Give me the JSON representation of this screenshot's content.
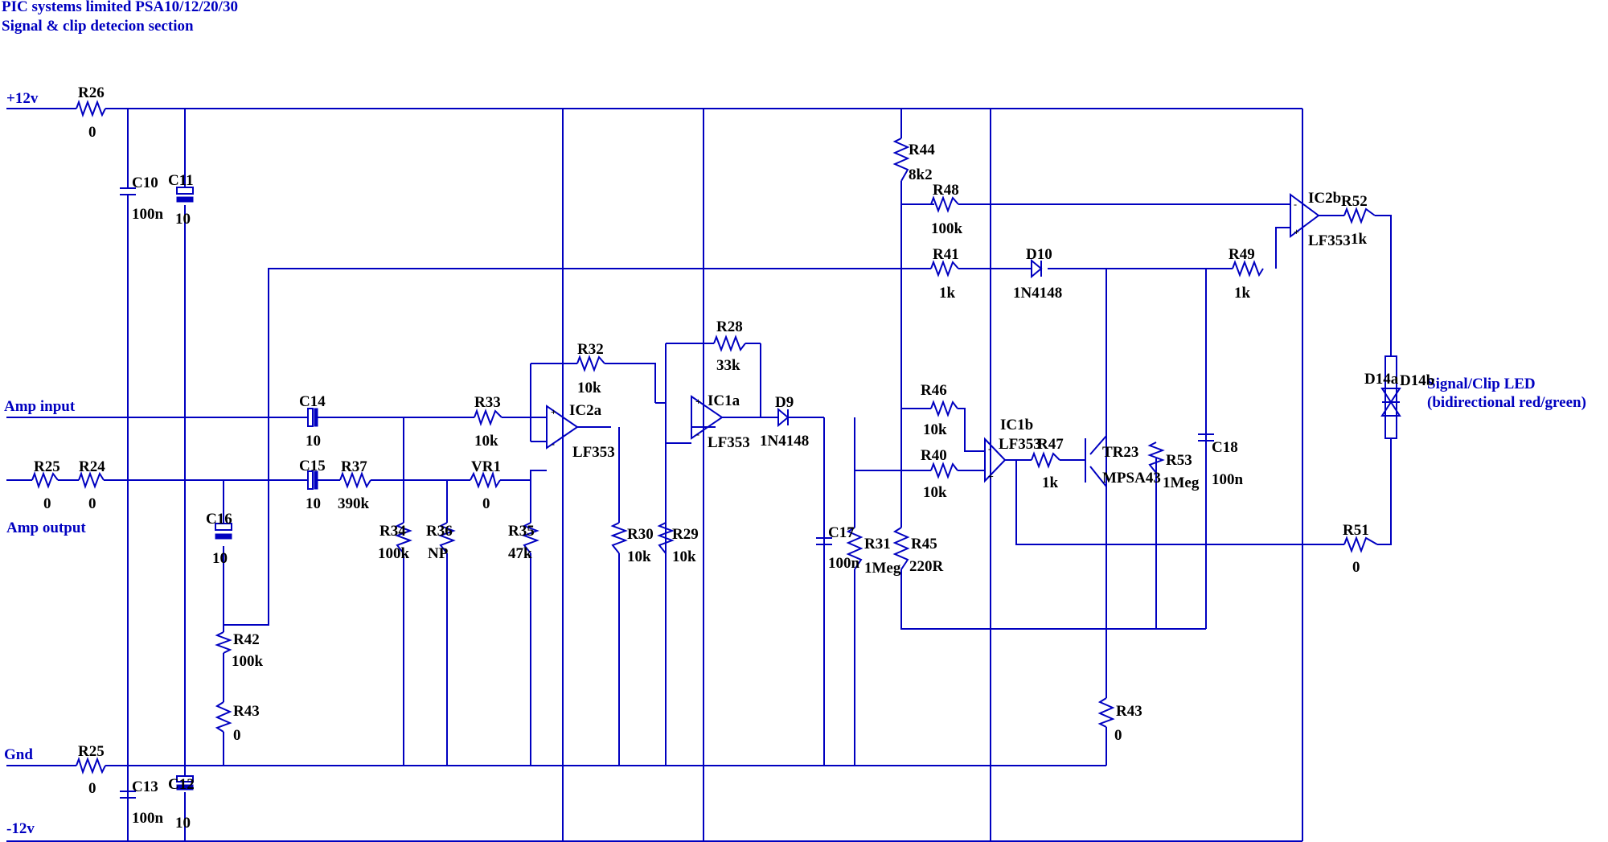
{
  "title": {
    "line1": "PIC systems limited  PSA10/12/20/30",
    "line2": "Signal & clip detecion section"
  },
  "nets": {
    "pos12": "+12v",
    "amp_input": "Amp input",
    "amp_output": "Amp output",
    "gnd": "Gnd",
    "neg12": "-12v"
  },
  "note": {
    "line1": "Signal/Clip LED",
    "line2": "(bidirectional red/green)"
  },
  "resistors": [
    {
      "ref": "R26",
      "val": "0"
    },
    {
      "ref": "R25",
      "val": "0"
    },
    {
      "ref": "R24",
      "val": "0"
    },
    {
      "ref": "R25",
      "val": "0"
    },
    {
      "ref": "R33",
      "val": "10k"
    },
    {
      "ref": "R37",
      "val": "390k"
    },
    {
      "ref": "VR1",
      "val": "0"
    },
    {
      "ref": "R34",
      "val": "100k"
    },
    {
      "ref": "R36",
      "val": "NP"
    },
    {
      "ref": "R35",
      "val": "47k"
    },
    {
      "ref": "R32",
      "val": "10k"
    },
    {
      "ref": "R30",
      "val": "10k"
    },
    {
      "ref": "R29",
      "val": "10k"
    },
    {
      "ref": "R28",
      "val": "33k"
    },
    {
      "ref": "R31",
      "val": "1Meg"
    },
    {
      "ref": "R44",
      "val": "8k2"
    },
    {
      "ref": "R48",
      "val": "100k"
    },
    {
      "ref": "R41",
      "val": "1k"
    },
    {
      "ref": "R46",
      "val": "10k"
    },
    {
      "ref": "R40",
      "val": "10k"
    },
    {
      "ref": "R45",
      "val": "220R"
    },
    {
      "ref": "R47",
      "val": "1k"
    },
    {
      "ref": "R53",
      "val": "1Meg"
    },
    {
      "ref": "R49",
      "val": "1k"
    },
    {
      "ref": "R52",
      "val": "1k"
    },
    {
      "ref": "R51",
      "val": "0"
    },
    {
      "ref": "R42",
      "val": "100k"
    },
    {
      "ref": "R43",
      "val": "0"
    },
    {
      "ref": "R43",
      "val": "0"
    }
  ],
  "capacitors": [
    {
      "ref": "C10",
      "val": "100n"
    },
    {
      "ref": "C11",
      "val": "10"
    },
    {
      "ref": "C13",
      "val": "100n"
    },
    {
      "ref": "C12",
      "val": "10"
    },
    {
      "ref": "C14",
      "val": "10"
    },
    {
      "ref": "C15",
      "val": "10"
    },
    {
      "ref": "C16",
      "val": "10"
    },
    {
      "ref": "C17",
      "val": "100n"
    },
    {
      "ref": "C18",
      "val": "100n"
    }
  ],
  "opamps": [
    {
      "ref": "IC2a",
      "val": "LF353"
    },
    {
      "ref": "IC1a",
      "val": "LF353"
    },
    {
      "ref": "IC1b",
      "val": "LF353"
    },
    {
      "ref": "IC2b",
      "val": "LF353"
    }
  ],
  "diodes": [
    {
      "ref": "D9",
      "val": "1N4148"
    },
    {
      "ref": "D10",
      "val": "1N4148"
    },
    {
      "ref": "D14a",
      "val": ""
    },
    {
      "ref": "D14b",
      "val": ""
    }
  ],
  "transistors": [
    {
      "ref": "TR23",
      "val": "MPSA43"
    }
  ]
}
